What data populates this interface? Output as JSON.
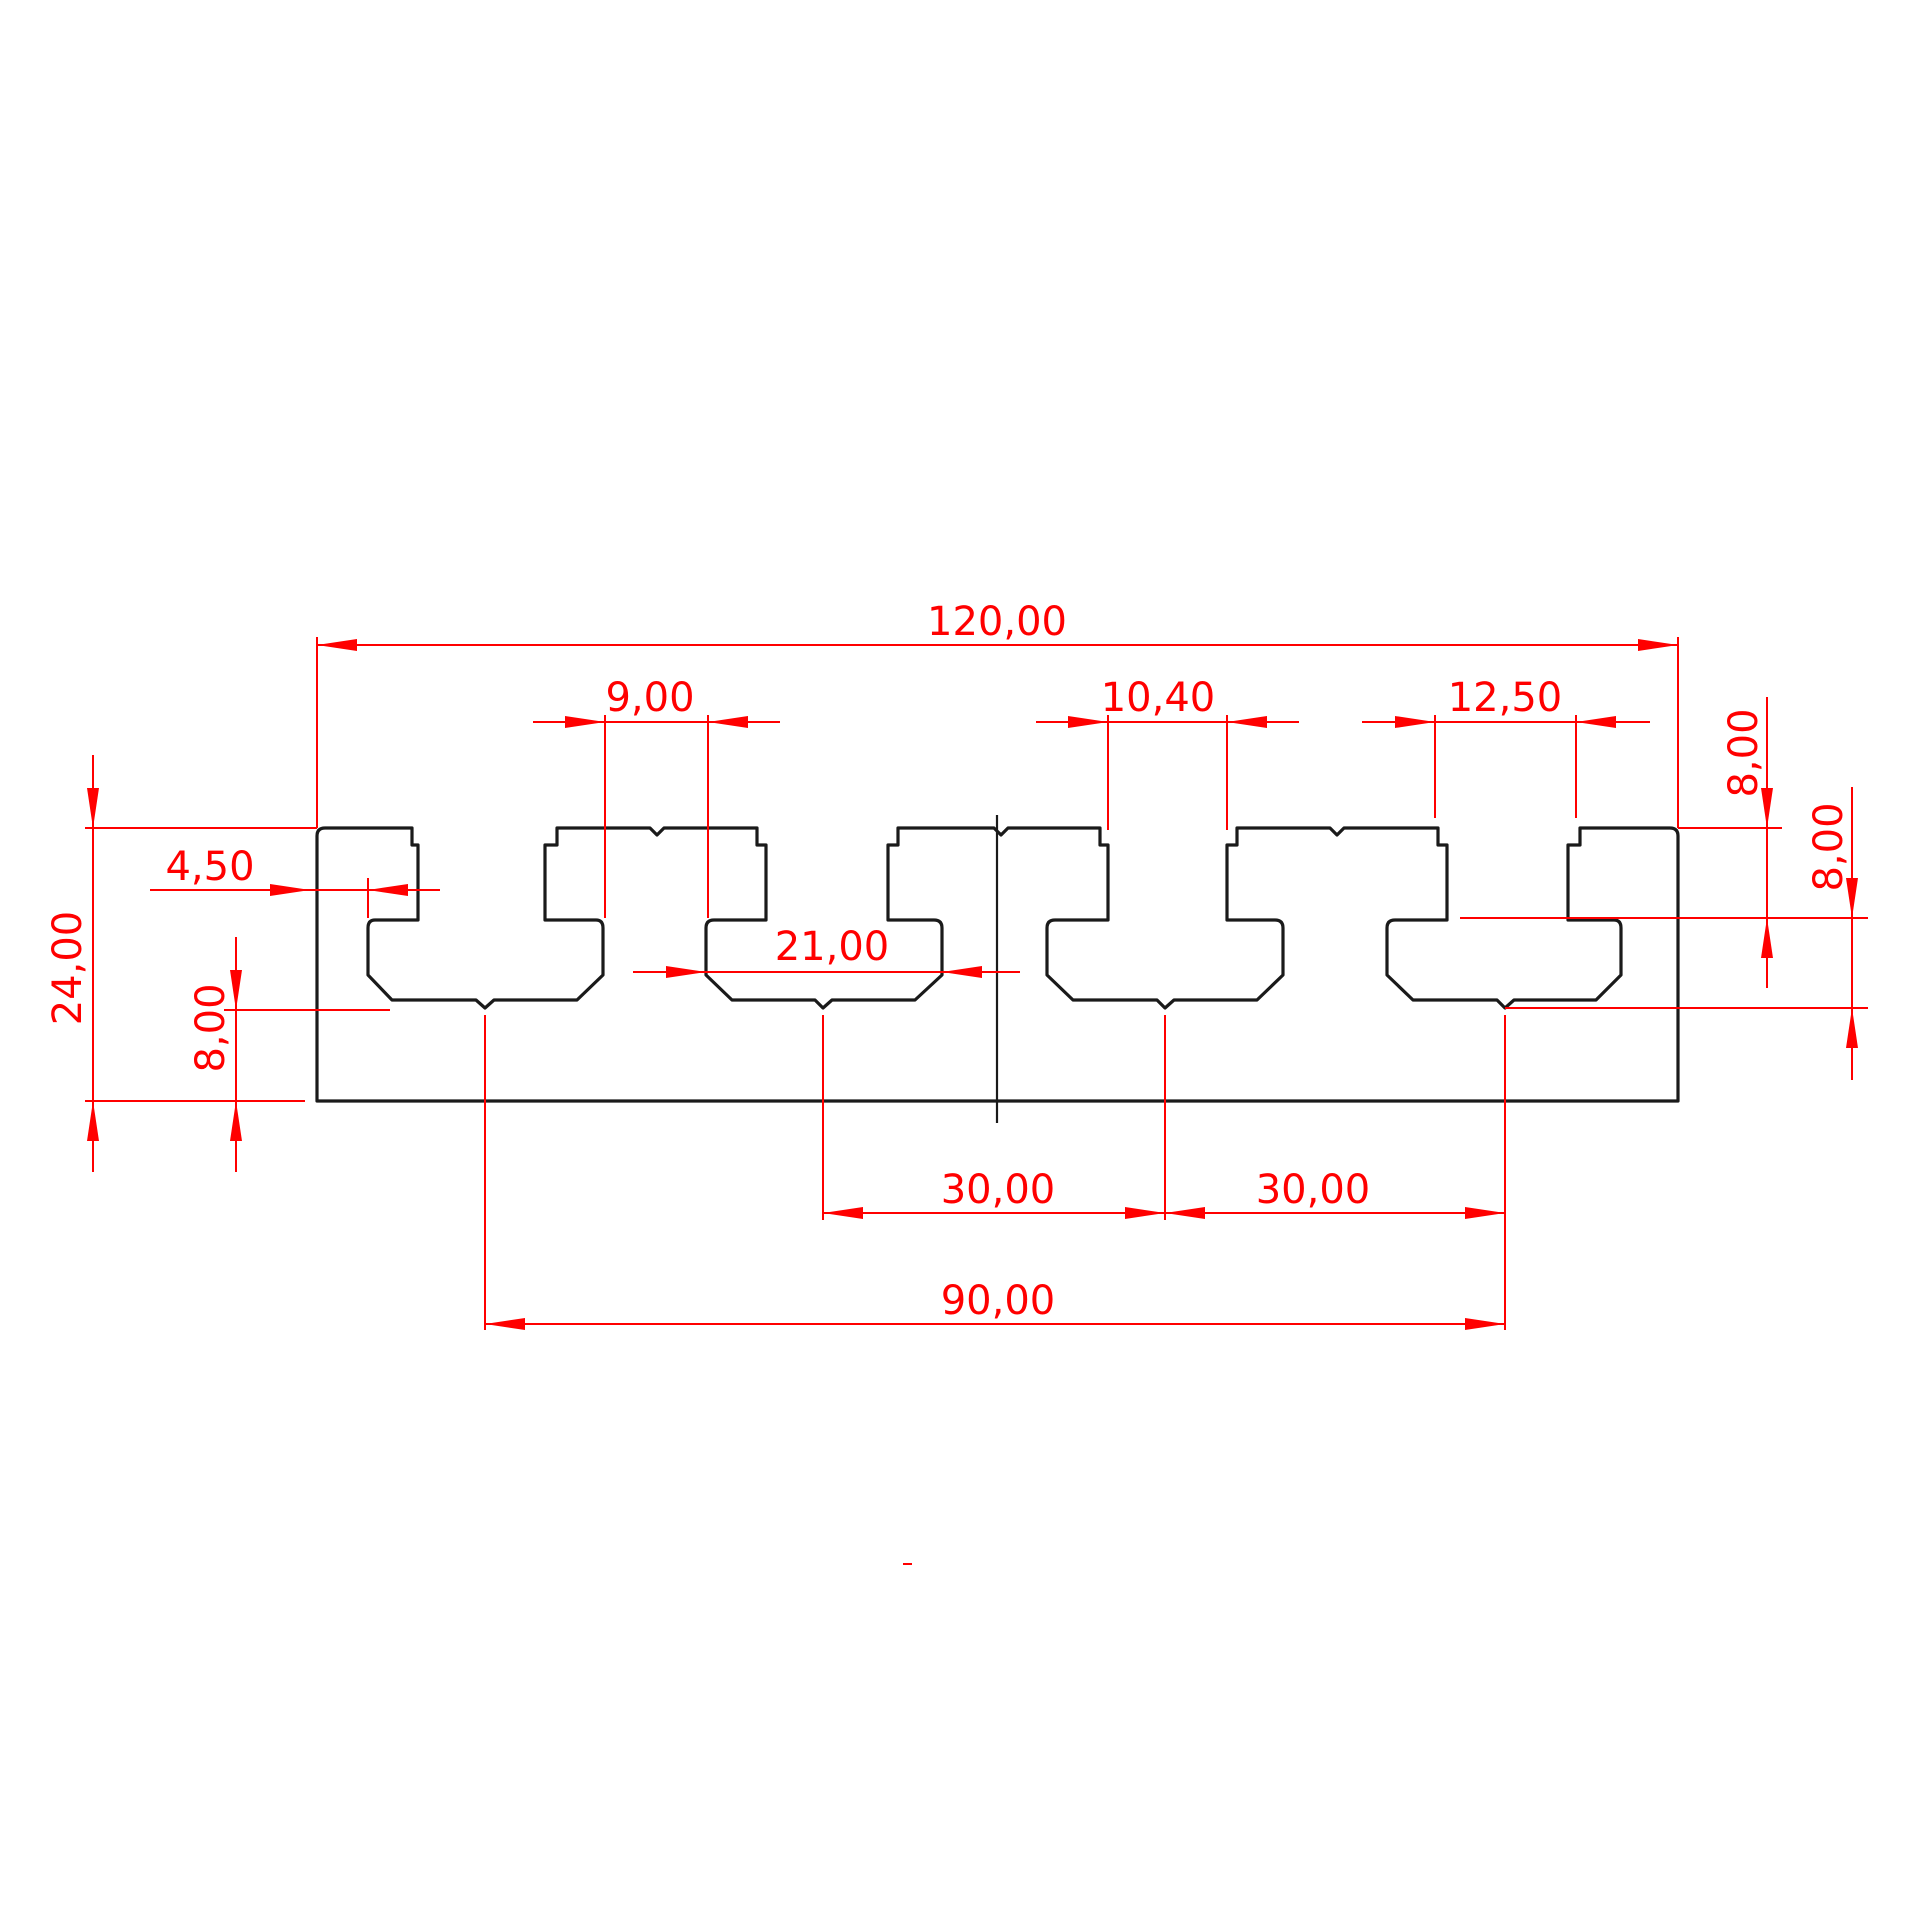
{
  "dimensions": {
    "overall_width": "120,00",
    "slot_opening_1": "9,00",
    "slot_opening_2": "10,40",
    "slot_opening_3": "12,50",
    "lip_width": "4,50",
    "slot_width": "21,00",
    "overall_height": "24,00",
    "bottom_wall": "8,00",
    "right_upper": "8,00",
    "right_lower": "8,00",
    "pitch_a": "30,00",
    "pitch_b": "30,00",
    "outer_pitch": "90,00"
  },
  "colors": {
    "profile_stroke": "#1a1a1a",
    "dimension": "#ff0000"
  }
}
